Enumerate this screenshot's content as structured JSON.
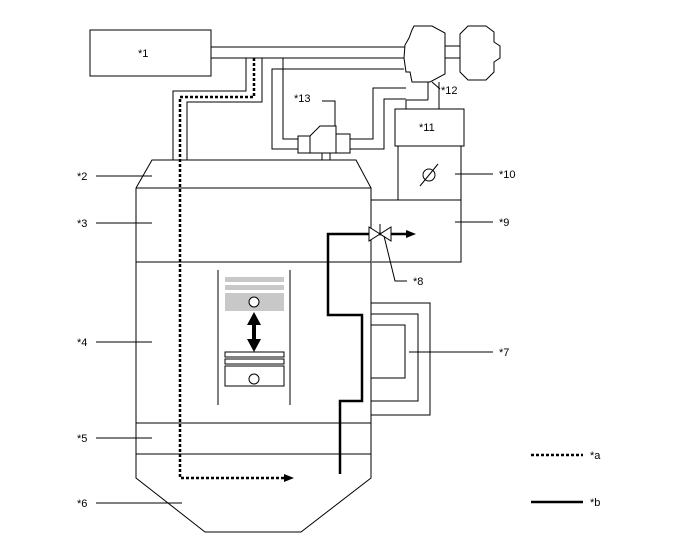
{
  "labels": {
    "l1": "*1",
    "l2": "*2",
    "l3": "*3",
    "l4": "*4",
    "l5": "*5",
    "l6": "*6",
    "l7": "*7",
    "l8": "*8",
    "l9": "*9",
    "l10": "*10",
    "l11": "*11",
    "l12": "*12",
    "l13": "*13"
  },
  "legend": {
    "a": "*a",
    "b": "*b"
  },
  "icons": {
    "throttle": "throttle-valve-icon",
    "egr_valve": "egr-valve-icon",
    "piston": "piston-icon"
  }
}
